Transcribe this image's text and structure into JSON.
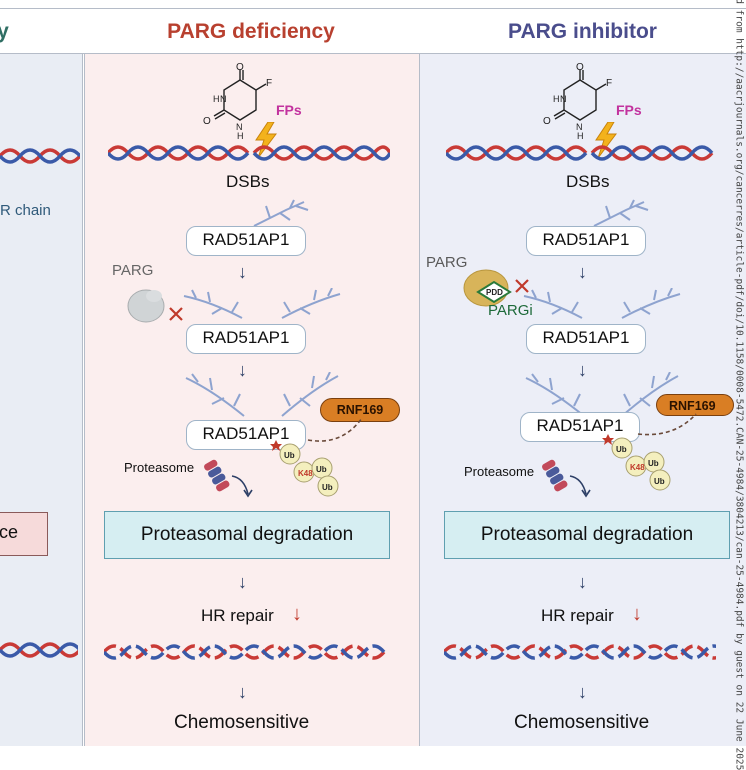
{
  "titles": {
    "left_partial": "y",
    "mid": "PARG deficiency",
    "right": "PARG inhibitor"
  },
  "left_panel": {
    "hr_chain": "R chain",
    "box_text": "ce"
  },
  "mid_panel": {
    "fps": "FPs",
    "dsbs": "DSBs",
    "rad1": "RAD51AP1",
    "parg": "PARG",
    "rad2": "RAD51AP1",
    "rad3": "RAD51AP1",
    "rnf": "RNF169",
    "proteasome": "Proteasome",
    "ub": "Ub",
    "k48": "K48",
    "degradation": "Proteasomal degradation",
    "hr_repair": "HR repair",
    "outcome": "Chemosensitive"
  },
  "right_panel": {
    "fps": "FPs",
    "dsbs": "DSBs",
    "rad1": "RAD51AP1",
    "parg": "PARG",
    "pdd": "PDD",
    "pargi": "PARGi",
    "rad2": "RAD51AP1",
    "rad3": "RAD51AP1",
    "rnf": "RNF169",
    "proteasome": "Proteasome",
    "ub": "Ub",
    "k48": "K48",
    "degradation": "Proteasomal degradation",
    "hr_repair": "HR repair",
    "outcome": "Chemosensitive"
  },
  "molecule": {
    "o": "O",
    "f": "F",
    "h": "H",
    "n": "N"
  },
  "watermark": "ed from http://aacrjournals.org/cancerres/article-pdf/doi/10.1158/0008-5472.CAN-25-4984/3804213/can-25-4984.pdf by guest on 22 June 2025",
  "colors": {
    "dna_red": "#c93a36",
    "dna_blue": "#3a5aa8",
    "arrow": "#2d3f66",
    "down_red": "#c0392b",
    "pink_panel": "#fbeeee",
    "blue_panel": "#eceef7"
  }
}
